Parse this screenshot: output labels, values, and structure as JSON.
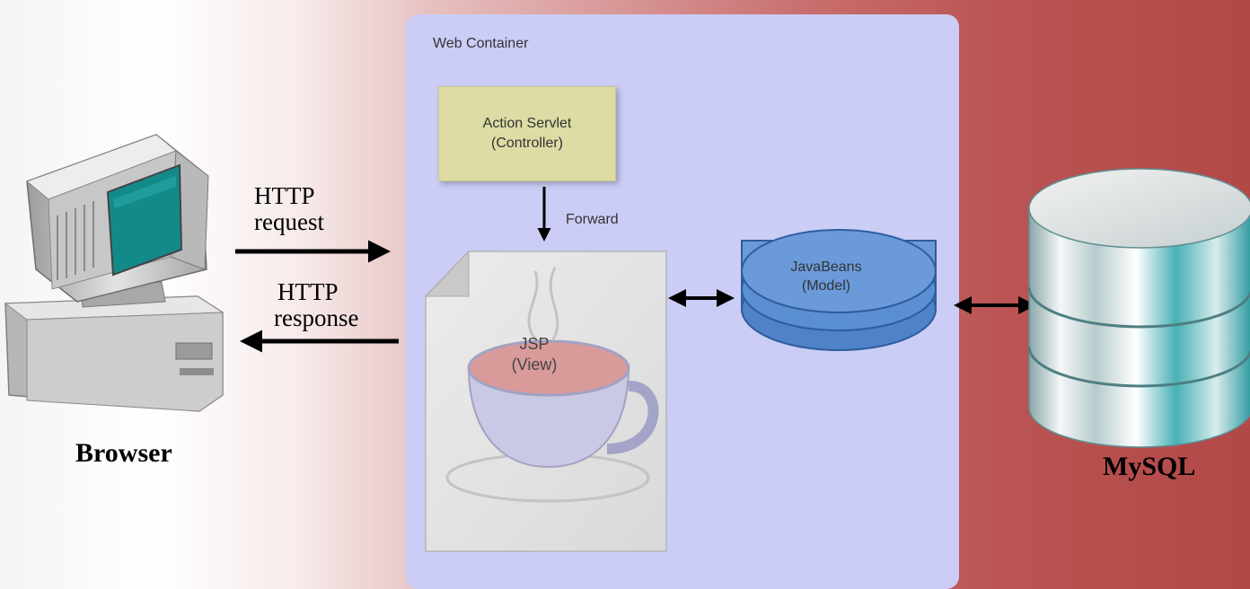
{
  "container": {
    "title": "Web Container"
  },
  "controller": {
    "line1": "Action Servlet",
    "line2": "(Controller)"
  },
  "forward": {
    "label": "Forward"
  },
  "view": {
    "line1": "JSP",
    "line2": "(View)"
  },
  "model": {
    "line1": "JavaBeans",
    "line2": "(Model)"
  },
  "http": {
    "request_line1": "HTTP",
    "request_line2": "request",
    "response_line1": "HTTP",
    "response_line2": "response"
  },
  "client": {
    "label": "Browser",
    "icon": "desktop-computer-icon"
  },
  "database": {
    "label": "MySQL",
    "icon": "database-cylinder-icon"
  },
  "colors": {
    "container_bg": "#cbcdf6",
    "controller_bg": "#dcdca4",
    "model_blue": "#5b8fd3",
    "monitor_screen": "#138a8a"
  }
}
